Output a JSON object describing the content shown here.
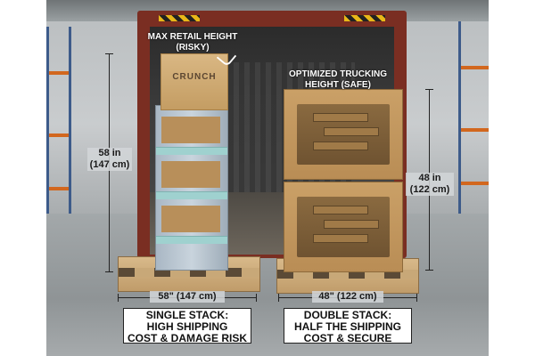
{
  "annotations": {
    "left_note_line1": "MAX RETAIL HEIGHT",
    "left_note_line2": "(RISKY)",
    "right_note_line1": "OPTIMIZED TRUCKING",
    "right_note_line2": "HEIGHT (SAFE)",
    "brand": "CRUNCH"
  },
  "measurements": {
    "left_height_in": "58 in",
    "left_height_cm": "(147 cm)",
    "right_height_in": "48 in",
    "right_height_cm": "(122 cm)",
    "left_width": "58\" (147 cm)",
    "right_width": "48\" (122 cm)"
  },
  "captions": {
    "left": [
      "SINGLE STACK:",
      "HIGH SHIPPING",
      "COST & DAMAGE RISK"
    ],
    "right": [
      "DOUBLE STACK:",
      "HALF THE SHIPPING",
      "COST & SECURE"
    ]
  },
  "colors": {
    "container": "#7a2e22",
    "cardboard": "#c49d63",
    "hazard_yellow": "#e8b718"
  }
}
